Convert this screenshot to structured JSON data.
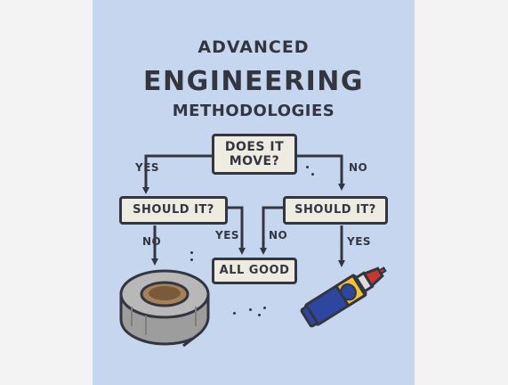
{
  "title": {
    "line1": "ADVANCED",
    "line2": "ENGINEERING",
    "line3": "METHODOLOGIES"
  },
  "nodes": {
    "start": "DOES IT MOVE?",
    "should_left": "SHOULD IT?",
    "should_right": "SHOULD IT?",
    "all_good": "ALL GOOD"
  },
  "labels": {
    "yes_top": "YES",
    "no_top": "NO",
    "no_left": "NO",
    "yes_left": "YES",
    "no_right": "NO",
    "yes_right": "YES"
  },
  "colors": {
    "background": "#c5d6ee",
    "ink": "#333641",
    "box_fill": "#eeebe0",
    "tape_gray": "#a9a9a9",
    "can_blue": "#2d46a0",
    "can_yellow": "#f2c233",
    "can_red": "#c8372d"
  },
  "icons": [
    "duct-tape-icon",
    "wd40-spray-can-icon"
  ]
}
